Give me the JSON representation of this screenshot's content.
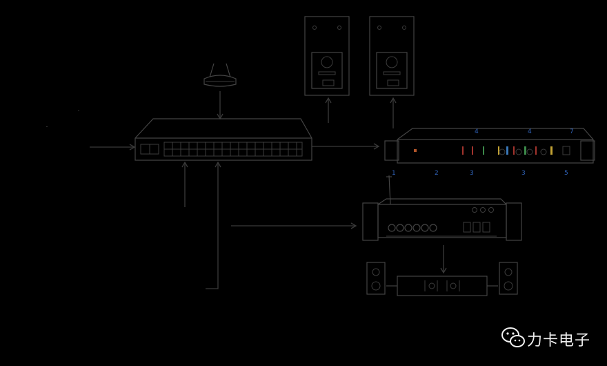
{
  "watermark": {
    "text": "力卡电子",
    "icon": "wechat-icon"
  },
  "labels": {
    "top_1": "4",
    "top_2": "4",
    "top_3": "7",
    "bottom_1": "1",
    "bottom_2": "2",
    "bottom_3": "3",
    "bottom_4": "3",
    "bottom_5": "5"
  },
  "colors": {
    "background": "#000000",
    "line": "#3a3a3a",
    "label_blue": "#2f62b8",
    "watermark": "#f0f0f0"
  }
}
